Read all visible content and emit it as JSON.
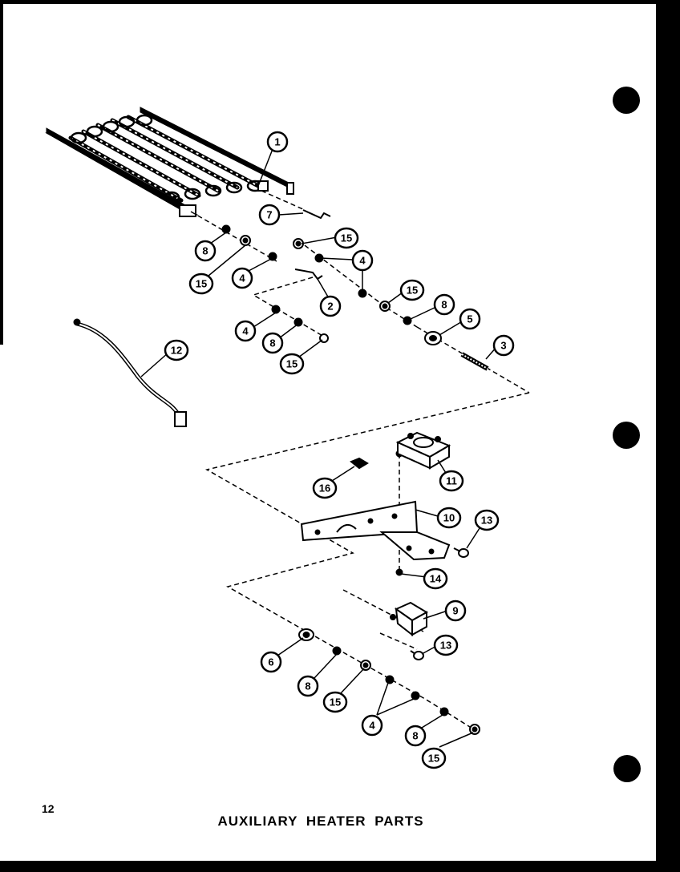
{
  "page": {
    "number": "12",
    "title": "AUXILIARY HEATER PARTS"
  },
  "callouts": [
    {
      "id": "c1",
      "label": "1"
    },
    {
      "id": "c7",
      "label": "7"
    },
    {
      "id": "c15a",
      "label": "15"
    },
    {
      "id": "c4a",
      "label": "4"
    },
    {
      "id": "c8a",
      "label": "8"
    },
    {
      "id": "c15b",
      "label": "15"
    },
    {
      "id": "c4b",
      "label": "4"
    },
    {
      "id": "c2",
      "label": "2"
    },
    {
      "id": "c15c",
      "label": "15"
    },
    {
      "id": "c8b",
      "label": "8"
    },
    {
      "id": "c5",
      "label": "5"
    },
    {
      "id": "c3",
      "label": "3"
    },
    {
      "id": "c4c",
      "label": "4"
    },
    {
      "id": "c8c",
      "label": "8"
    },
    {
      "id": "c15d",
      "label": "15"
    },
    {
      "id": "c12",
      "label": "12"
    },
    {
      "id": "c11",
      "label": "11"
    },
    {
      "id": "c16",
      "label": "16"
    },
    {
      "id": "c10",
      "label": "10"
    },
    {
      "id": "c13a",
      "label": "13"
    },
    {
      "id": "c14",
      "label": "14"
    },
    {
      "id": "c9",
      "label": "9"
    },
    {
      "id": "c13b",
      "label": "13"
    },
    {
      "id": "c6",
      "label": "6"
    },
    {
      "id": "c8d",
      "label": "8"
    },
    {
      "id": "c15e",
      "label": "15"
    },
    {
      "id": "c4d",
      "label": "4"
    },
    {
      "id": "c8e",
      "label": "8"
    },
    {
      "id": "c15f",
      "label": "15"
    }
  ]
}
